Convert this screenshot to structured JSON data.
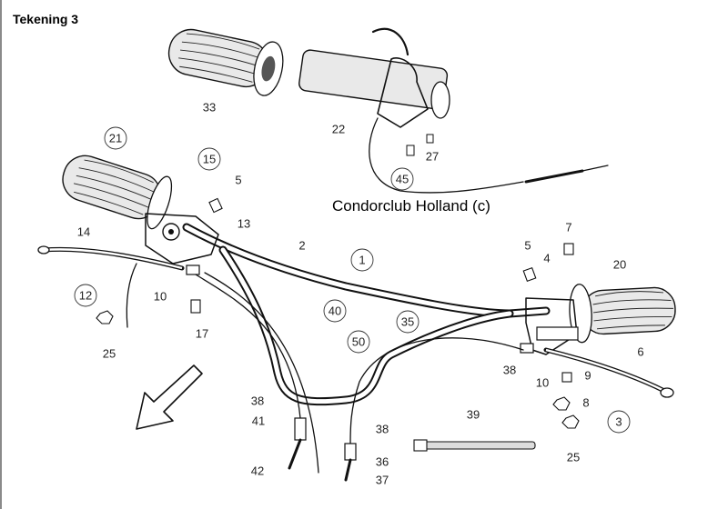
{
  "title": "Tekening 3",
  "credit": "Condorclub Holland (c)",
  "labels": [
    {
      "id": "33",
      "text": "33",
      "circled": false
    },
    {
      "id": "22",
      "text": "22",
      "circled": false
    },
    {
      "id": "27",
      "text": "27",
      "circled": false
    },
    {
      "id": "45",
      "text": "45",
      "circled": true
    },
    {
      "id": "21",
      "text": "21",
      "circled": true
    },
    {
      "id": "15",
      "text": "15",
      "circled": true
    },
    {
      "id": "5a",
      "text": "5",
      "circled": false
    },
    {
      "id": "13",
      "text": "13",
      "circled": false
    },
    {
      "id": "14",
      "text": "14",
      "circled": false
    },
    {
      "id": "2",
      "text": "2",
      "circled": false
    },
    {
      "id": "1",
      "text": "1",
      "circled": true
    },
    {
      "id": "12",
      "text": "12",
      "circled": true
    },
    {
      "id": "10a",
      "text": "10",
      "circled": false
    },
    {
      "id": "25a",
      "text": "25",
      "circled": false
    },
    {
      "id": "17",
      "text": "17",
      "circled": false
    },
    {
      "id": "40",
      "text": "40",
      "circled": true
    },
    {
      "id": "35",
      "text": "35",
      "circled": true
    },
    {
      "id": "50",
      "text": "50",
      "circled": true
    },
    {
      "id": "7",
      "text": "7",
      "circled": false
    },
    {
      "id": "5b",
      "text": "5",
      "circled": false
    },
    {
      "id": "4",
      "text": "4",
      "circled": false
    },
    {
      "id": "20",
      "text": "20",
      "circled": false
    },
    {
      "id": "6",
      "text": "6",
      "circled": false
    },
    {
      "id": "38a",
      "text": "38",
      "circled": false
    },
    {
      "id": "10b",
      "text": "10",
      "circled": false
    },
    {
      "id": "9",
      "text": "9",
      "circled": false
    },
    {
      "id": "8",
      "text": "8",
      "circled": false
    },
    {
      "id": "3",
      "text": "3",
      "circled": true
    },
    {
      "id": "25b",
      "text": "25",
      "circled": false
    },
    {
      "id": "39",
      "text": "39",
      "circled": false
    },
    {
      "id": "38b",
      "text": "38",
      "circled": false
    },
    {
      "id": "41",
      "text": "41",
      "circled": false
    },
    {
      "id": "42",
      "text": "42",
      "circled": false
    },
    {
      "id": "38c",
      "text": "38",
      "circled": false
    },
    {
      "id": "36",
      "text": "36",
      "circled": false
    },
    {
      "id": "37",
      "text": "37",
      "circled": false
    }
  ]
}
